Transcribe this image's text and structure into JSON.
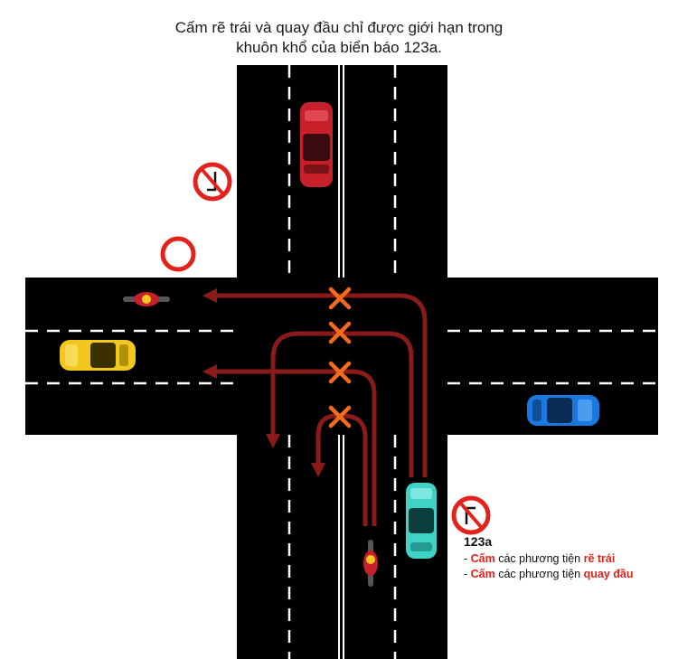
{
  "title": {
    "line1": "Cấm rẽ trái và quay đầu chỉ được giới hạn trong",
    "line2": "khuôn khổ của biển báo 123a."
  },
  "sign": {
    "code": "123a",
    "rules": [
      {
        "prefix": "- ",
        "bold": "Cấm",
        "middle": " các phương tiện ",
        "highlight": "rẽ trái"
      },
      {
        "prefix": "- ",
        "bold": "Cấm",
        "middle": " các phương tiện ",
        "highlight": "quay đầu"
      }
    ]
  },
  "colors": {
    "road": "#000000",
    "lane_marking": "#ffffff",
    "arrow": "#8b1a1a",
    "cross": "#f26b1d",
    "sign_red": "#e3231b",
    "car_red": "#c8202a",
    "car_yellow": "#f2c81e",
    "car_blue": "#1a78e0",
    "car_teal": "#3fd3c8"
  }
}
